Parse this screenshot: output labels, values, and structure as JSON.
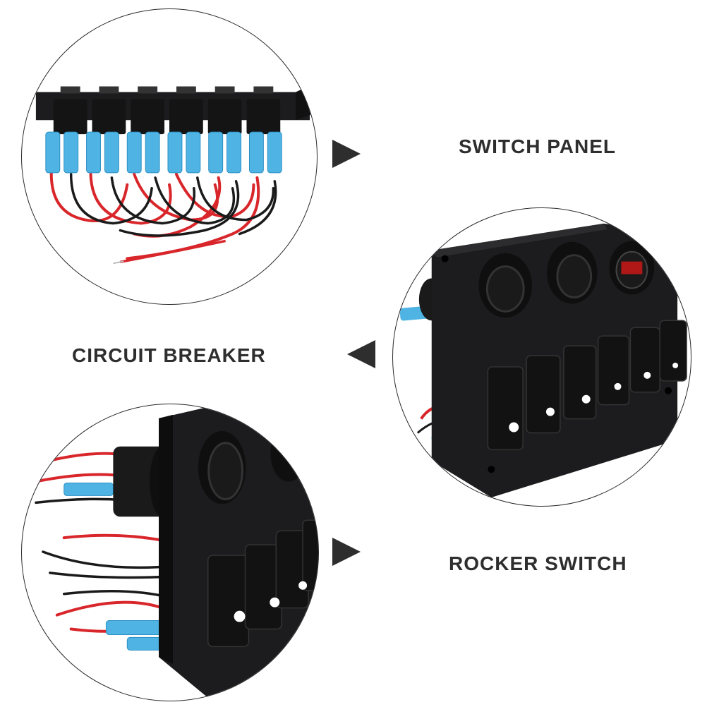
{
  "labels": {
    "switch_panel": "SWITCH PANEL",
    "circuit_breaker": "CIRCUIT BREAKER",
    "rocker_switch": "ROCKER SWITCH"
  },
  "photos": {
    "top": {
      "icon": "wiring-harness-photo"
    },
    "middle": {
      "icon": "switch-panel-front-photo"
    },
    "bottom": {
      "icon": "switch-panel-side-photo"
    }
  },
  "colors": {
    "text": "#2e2e2e",
    "arrow": "#2e2e2e",
    "panel": "#1c1c1e",
    "connector": "#4fb4e4",
    "wire_red": "#d8262b",
    "wire_black": "#1a1a1a"
  },
  "arrows": [
    {
      "direction": "right"
    },
    {
      "direction": "left"
    },
    {
      "direction": "right"
    }
  ]
}
